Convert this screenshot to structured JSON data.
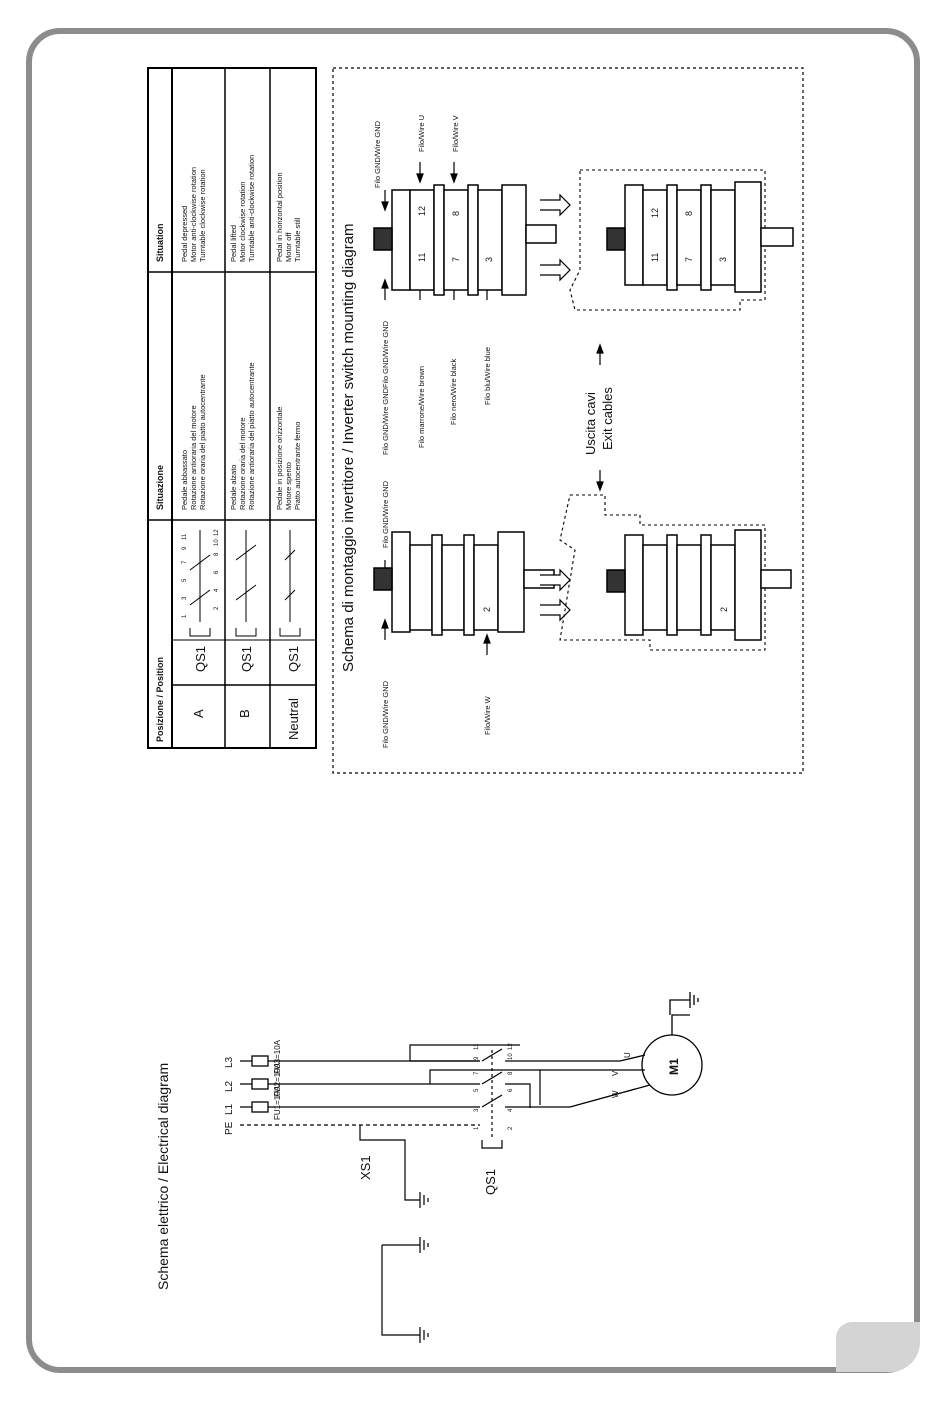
{
  "table": {
    "h_position": "Posizione / Position",
    "h_situazione": "Situazione",
    "h_situation": "Situation",
    "rows": [
      {
        "pos": "A",
        "sw": "QS1",
        "it": [
          "Pedale abbassato",
          "Rotazione antioraria del motore",
          "Rotazione oraria del piatto autocentrante"
        ],
        "en": [
          "Pedal depressed",
          "Motor anti-clockwise rotation",
          "Turntable clockwise rotation"
        ]
      },
      {
        "pos": "B",
        "sw": "QS1",
        "it": [
          "Pedale alzato",
          "Rotazione oraria del motore",
          "Rotazione antioraria del piatto autocentrante"
        ],
        "en": [
          "Pedal lifted",
          "Motor clockwise rotation",
          "Turntable anti-clockwise rotation"
        ]
      },
      {
        "pos": "Neutral",
        "sw": "QS1",
        "it": [
          "Pedale in posizione orizzontale",
          "Motore spento",
          "Piatto autocentrante fermo"
        ],
        "en": [
          "Pedal in horizontal position",
          "Motor off",
          "Turntable still"
        ]
      }
    ]
  },
  "contact_numbers": [
    "1",
    "3",
    "5",
    "7",
    "9",
    "11",
    "2",
    "4",
    "6",
    "8",
    "10",
    "12"
  ],
  "mounting": {
    "title": "Schema di montaggio invertitore / Inverter switch mounting diagram",
    "gnd_left_1": "Filo GND/Wire GND",
    "gnd_left_2": "Filo GND/Wire GND",
    "wire_w": "Filo/Wire W",
    "gnd_right_1": "Filo GND/Wire GND",
    "gnd_right_2": "Filo GND/Wire GND",
    "wire_brown": "Filo marrone/Wire brown",
    "wire_black": "Filo nero/Wire black",
    "wire_blue": "Filo blu/Wire blue",
    "gnd_top": "Filo GND/Wire GND",
    "wire_u": "Filo/Wire U",
    "wire_v": "Filo/Wire V",
    "exit_it": "Uscita cavi",
    "exit_en": "Exit cables",
    "terminals_right": [
      "11",
      "12",
      "7",
      "8",
      "3"
    ],
    "terminals_left": [
      "2"
    ],
    "terminals_lower_right": [
      "11",
      "12",
      "7",
      "8",
      "3"
    ],
    "terminals_lower_left": [
      "2"
    ]
  },
  "electrical": {
    "title": "Schema elettrico / Electrical diagram",
    "pe": "PE",
    "l1": "L1",
    "l2": "L2",
    "l3": "L3",
    "fu1": "FU1=10A",
    "fu2": "FU2=10A",
    "fu3": "FU3=10A",
    "xs1": "XS1",
    "qs1": "QS1",
    "m1": "M1",
    "u": "U",
    "v": "V",
    "w": "W",
    "qs1_nums": [
      "1",
      "3",
      "5",
      "7",
      "9",
      "11",
      "2",
      "4",
      "6",
      "8",
      "10",
      "12"
    ]
  }
}
